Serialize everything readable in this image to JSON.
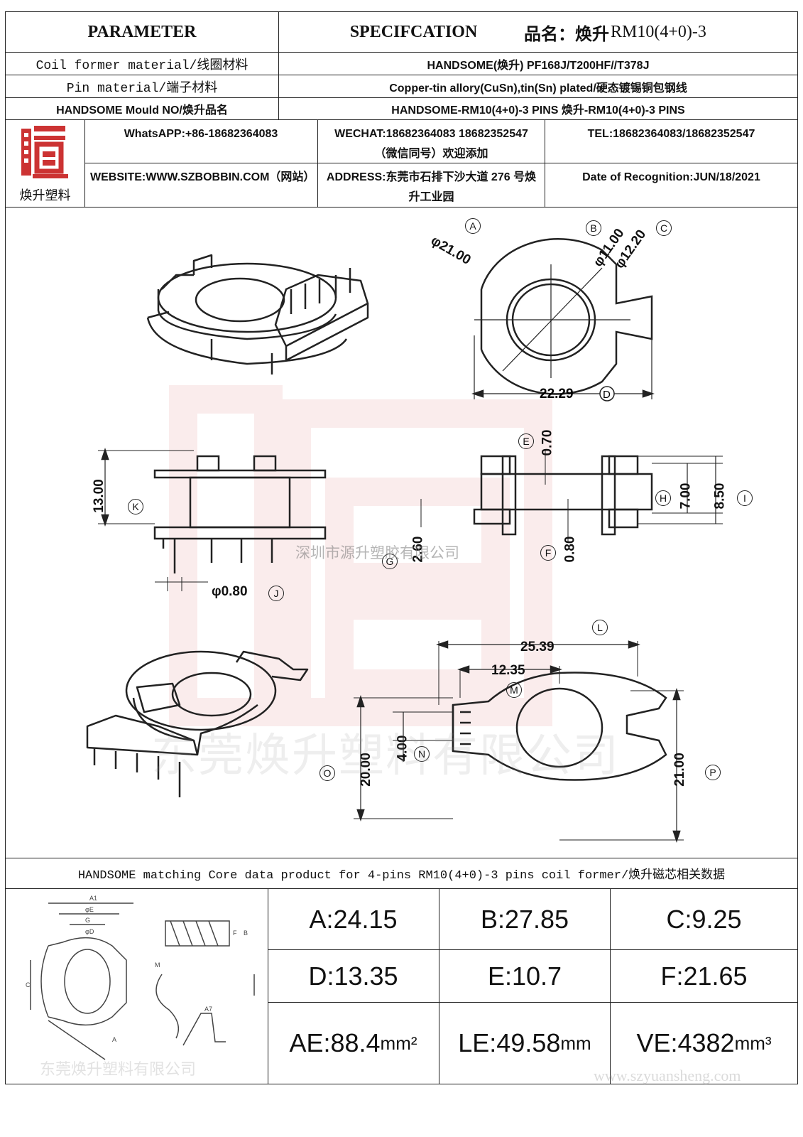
{
  "header": {
    "parameter": "PARAMETER",
    "specification": "SPECIFCATION",
    "product_name_label": "品名：焕升",
    "product_model": "RM10(4+0)-3"
  },
  "spec_rows": [
    {
      "label": "Coil former material/线圈材料",
      "value": "HANDSOME(焕升)   PF168J/T200HF//T378J"
    },
    {
      "label": "Pin material/端子材料",
      "value": "Copper-tin allory(CuSn),tin(Sn) plated/硬态镀锡铜包钢线"
    },
    {
      "label": "HANDSOME Mould NO/焕升品名",
      "value": "HANDSOME-RM10(4+0)-3 PINS    焕升-RM10(4+0)-3 PINS"
    }
  ],
  "company": {
    "logo_caption": "焕升塑料",
    "whatsapp": "WhatsAPP:+86-18682364083",
    "wechat": "WECHAT:18682364083 18682352547（微信同号）欢迎添加",
    "tel": "TEL:18682364083/18682352547",
    "website": "WEBSITE:WWW.SZBOBBIN.COM（网站）",
    "address": "ADDRESS:东莞市石排下沙大道 276 号焕升工业园",
    "date": "Date of Recognition:JUN/18/2021"
  },
  "drawing": {
    "dims": {
      "A": "φ21.00",
      "B": "φ11.00",
      "C": "φ12.20",
      "D": "22.29",
      "E": "0.70",
      "F": "0.80",
      "G": "2.60",
      "H": "7.00",
      "I": "8.50",
      "J": "φ0.80",
      "K": "13.00",
      "L": "25.39",
      "M": "12.35",
      "N": "4.00",
      "O": "20.00",
      "P": "21.00"
    },
    "letters": {
      "A": "A",
      "B": "B",
      "C": "C",
      "D": "D",
      "E": "E",
      "F": "F",
      "G": "G",
      "H": "H",
      "I": "I",
      "J": "J",
      "K": "K",
      "L": "L",
      "M": "M",
      "N": "N",
      "O": "O",
      "P": "P"
    },
    "watermark_small": "深圳市源升塑胶有限公司",
    "watermark_large": "东莞焕升塑料有限公司"
  },
  "core": {
    "title": "HANDSOME matching Core data  product for 4-pins RM10(4+0)-3 pins coil former/焕升磁芯相关数据",
    "watermark": "东莞焕升塑料有限公司",
    "site_watermark": "www.szyuansheng.com",
    "values": [
      {
        "text": "A:24.15"
      },
      {
        "text": "B:27.85"
      },
      {
        "text": "C:9.25"
      },
      {
        "text": "D:13.35"
      },
      {
        "text": "E:10.7"
      },
      {
        "text": "F:21.65"
      }
    ],
    "ae": {
      "text": "AE:88.4",
      "unit": "mm²"
    },
    "le": {
      "text": "LE:49.58",
      "unit": "mm"
    },
    "ve": {
      "text": "VE:4382",
      "unit": "mm³"
    }
  }
}
